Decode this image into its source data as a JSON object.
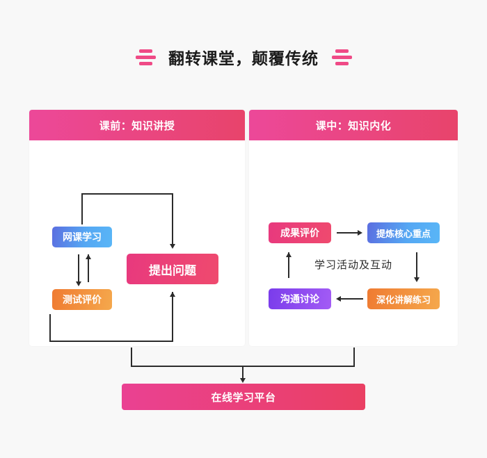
{
  "page": {
    "background": "#f8f8f8",
    "title": "翻转课堂，颠覆传统",
    "deco_color": "#ef4a86",
    "deco_icon_left": "triple-bar-decoration-icon",
    "deco_icon_right": "triple-bar-decoration-icon"
  },
  "cards": [
    {
      "id": "pre-class",
      "header": "课前：知识讲授",
      "header_gradient_from": "#ec4899",
      "header_gradient_to": "#e8446b",
      "nodes": [
        {
          "id": "online-course",
          "label": "网课学习",
          "color": "blue",
          "accent": "#55a7f3"
        },
        {
          "id": "test-eval",
          "label": "测试评价",
          "color": "orange",
          "accent": "#f09040"
        },
        {
          "id": "raise-question",
          "label": "提出问题",
          "color": "pink",
          "accent": "#e8397e"
        }
      ]
    },
    {
      "id": "in-class",
      "header": "课中：知识内化",
      "header_gradient_from": "#ec4899",
      "header_gradient_to": "#e8446b",
      "middle_label": "学习活动及互动",
      "nodes": [
        {
          "id": "result-eval",
          "label": "成果评价",
          "color": "pink",
          "accent": "#e8397e"
        },
        {
          "id": "extract-key",
          "label": "提炼核心重点",
          "color": "blue",
          "accent": "#55a7f3"
        },
        {
          "id": "communicate",
          "label": "沟通讨论",
          "color": "purple",
          "accent": "#8a45f0"
        },
        {
          "id": "deepen-practice",
          "label": "深化讲解练习",
          "color": "orange",
          "accent": "#f09040"
        }
      ]
    }
  ],
  "bottom": {
    "label": "在线学习平台",
    "gradient_from": "#ea4192",
    "gradient_to": "#ea4063"
  },
  "connectors": {
    "line_color": "#2b2b2b"
  }
}
